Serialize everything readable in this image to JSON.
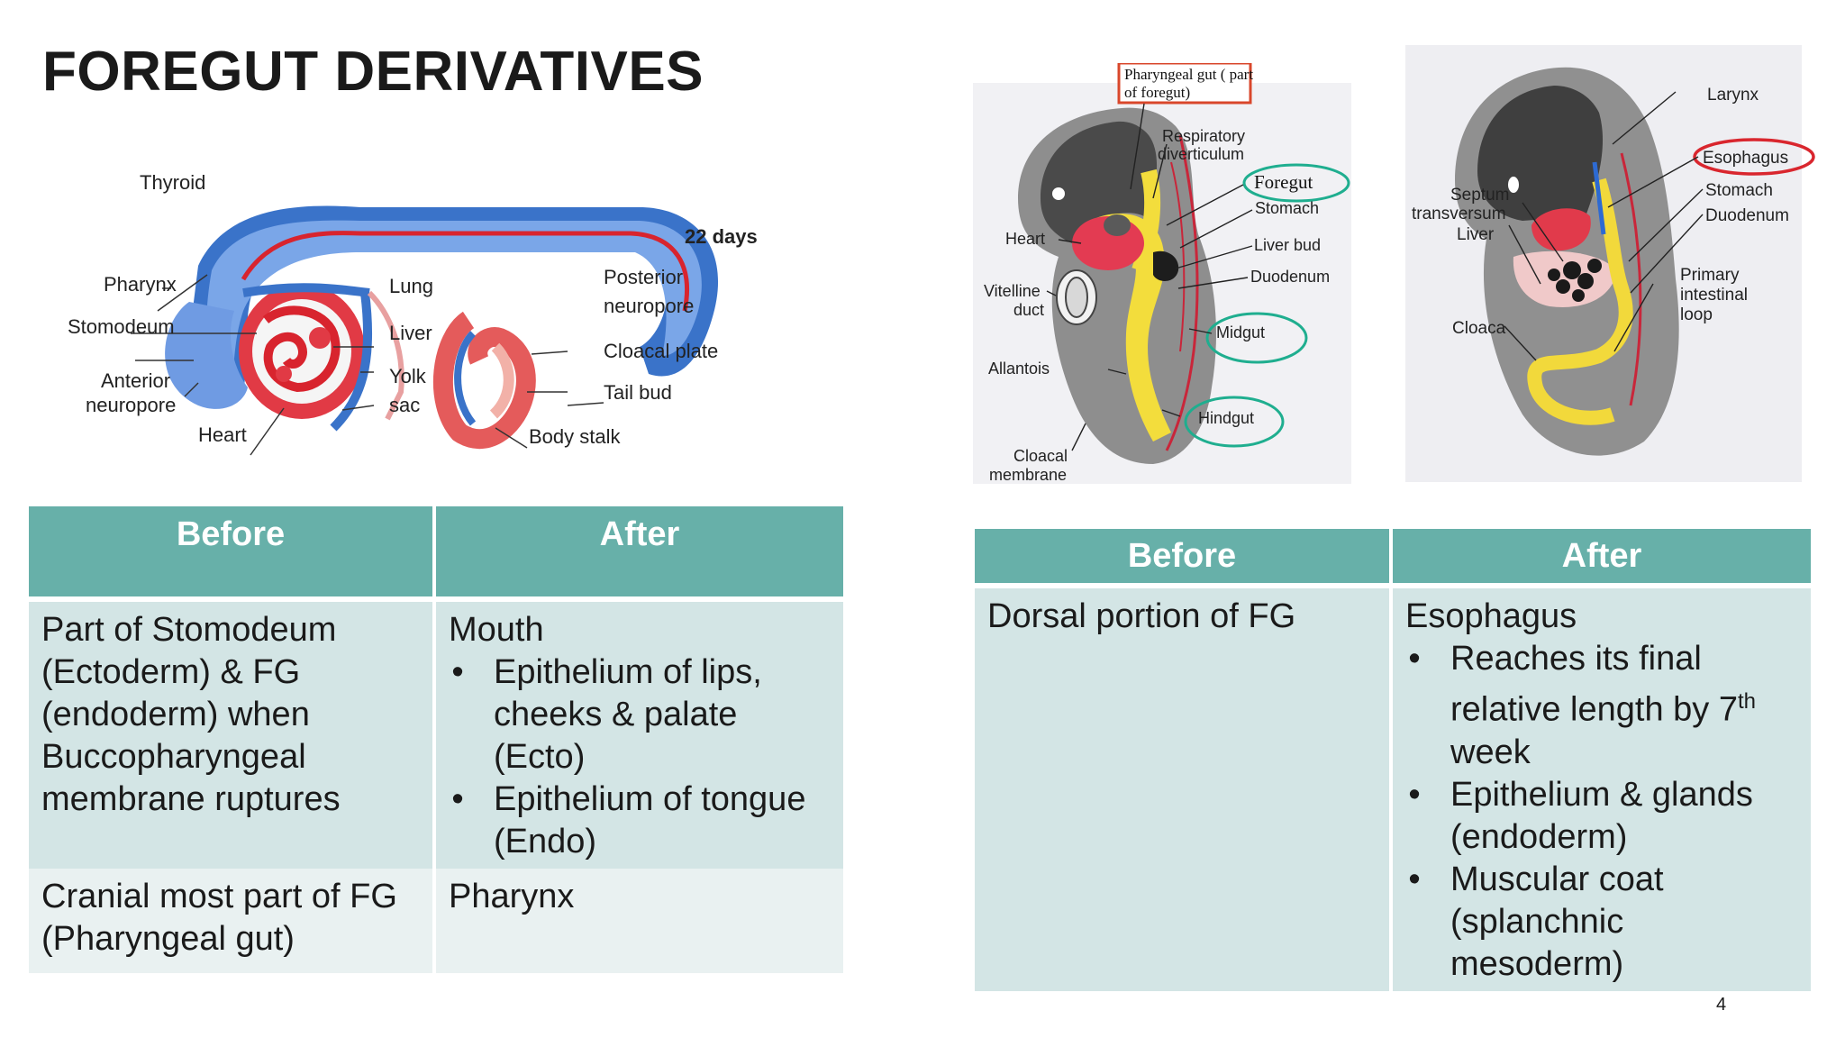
{
  "slide": {
    "title": "FOREGUT DERIVATIVES",
    "page_number": "4"
  },
  "figure_left": {
    "days_label": "22 days",
    "labels": {
      "thyroid": "Thyroid",
      "pharynx": "Pharynx",
      "stomodeum": "Stomodeum",
      "anterior": "Anterior",
      "neuropore": "neuropore",
      "heart": "Heart",
      "lung": "Lung",
      "liver": "Liver",
      "yolk": "Yolk",
      "sac": "sac",
      "posterior": "Posterior",
      "posterior_neuropore": "neuropore",
      "cloacal_plate": "Cloacal plate",
      "tail_bud": "Tail bud",
      "body_stalk": "Body stalk"
    }
  },
  "figure_middle": {
    "labels": {
      "pharyngeal_1": "Pharyngeal gut ( part",
      "pharyngeal_2": "of foregut)",
      "respiratory_1": "Respiratory",
      "respiratory_2": "diverticulum",
      "foregut": "Foregut",
      "stomach": "Stomach",
      "liver_bud": "Liver bud",
      "duodenum": "Duodenum",
      "heart": "Heart",
      "vitelline_1": "Vitelline",
      "vitelline_2": "duct",
      "midgut": "Midgut",
      "allantois": "Allantois",
      "hindgut": "Hindgut",
      "cloacal_1": "Cloacal",
      "cloacal_2": "membrane"
    }
  },
  "figure_right": {
    "labels": {
      "larynx": "Larynx",
      "esophagus": "Esophagus",
      "stomach": "Stomach",
      "duodenum": "Duodenum",
      "septum_1": "Septum",
      "septum_2": "transversum",
      "liver": "Liver",
      "primary_1": "Primary",
      "primary_2": "intestinal",
      "primary_3": "loop",
      "cloaca": "Cloaca"
    }
  },
  "table_left": {
    "headers": [
      "Before",
      "After"
    ],
    "rows": [
      {
        "before": [
          "Part of Stomodeum",
          "(Ectoderm) & FG",
          "(endoderm) when",
          "Buccopharyngeal",
          "membrane ruptures"
        ],
        "after_title": "Mouth",
        "after_bullets": [
          [
            "Epithelium of lips,",
            "cheeks & palate",
            "(Ecto)"
          ],
          [
            "Epithelium of tongue",
            "(Endo)"
          ]
        ]
      },
      {
        "before": [
          "Cranial most part of FG",
          "(Pharyngeal gut)"
        ],
        "after_title": "Pharynx"
      }
    ]
  },
  "table_right": {
    "headers": [
      "Before",
      "After"
    ],
    "row": {
      "before": "Dorsal portion of FG",
      "after_title": "Esophagus",
      "b1_line1": "Reaches its final",
      "b1_line2": "relative length by 7",
      "b1_sup": "th",
      "b1_line3": "week",
      "b2": [
        "Epithelium & glands",
        "(endoderm)"
      ],
      "b3": [
        "Muscular coat",
        "(splanchnic",
        "mesoderm)"
      ]
    }
  },
  "colors": {
    "table_header": "#67b0a9",
    "table_cell": "#d3e5e5",
    "table_cell_alt": "#e9f1f1",
    "highlight_red": "#d93a2b",
    "highlight_teal": "#1fae8f"
  }
}
